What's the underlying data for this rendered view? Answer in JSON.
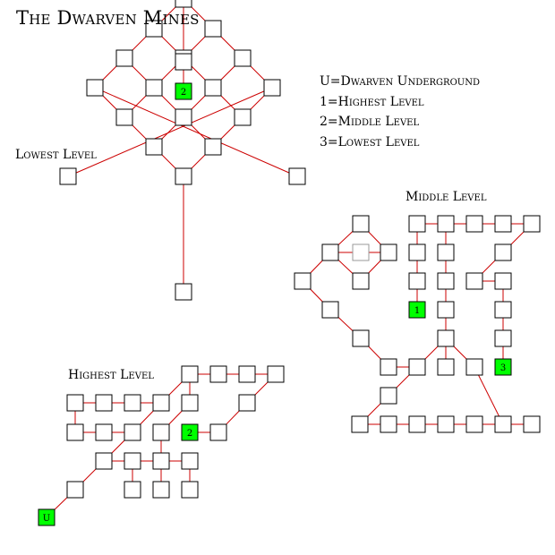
{
  "title": "The Dwarven Mines",
  "legend": [
    "U=Dwarven Underground",
    "1=Highest Level",
    "2=Middle Level",
    "3=Lowest Level"
  ],
  "levels": {
    "lowest": {
      "label": "Lowest Level"
    },
    "middle": {
      "label": "Middle Level"
    },
    "highest": {
      "label": "Highest Level"
    }
  },
  "markers": {
    "lowest_to_middle": "2",
    "middle_to_highest": "1",
    "middle_to_lowest": "3",
    "highest_to_middle": "2",
    "highest_to_underground": "U"
  },
  "colors": {
    "room_fill": "#ffffff",
    "room_stroke": "#000000",
    "corridor": "#cc0000",
    "exit_fill": "#00ff00",
    "inner_room_stroke": "#999999"
  }
}
